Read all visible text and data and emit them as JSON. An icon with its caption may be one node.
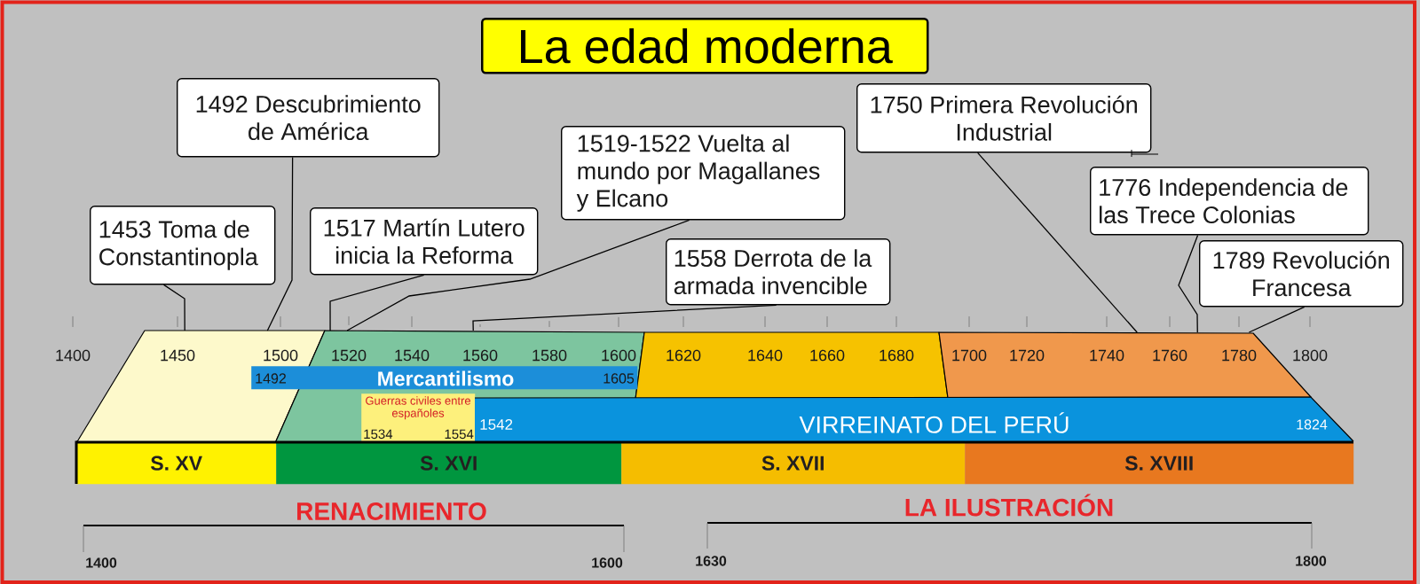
{
  "diagram": {
    "title": "La edad moderna",
    "nodes": [
      {
        "text": [
          "1453 Toma de Constantinopla"
        ]
      },
      {
        "text": [
          "1492 Descubrimiento de América"
        ]
      },
      {
        "text": [
          "1517 Martín Lutero inicia la Reforma"
        ]
      },
      {
        "text": [
          "1519-1522 Vuelta al mundo por Magallanes y Elcano"
        ]
      },
      {
        "text": [
          "1558 Derrota de la armada invencible"
        ]
      },
      {
        "text": [
          "1750 Primera Revolución Industrial"
        ]
      },
      {
        "text": [
          "1776 Independencia de las Trece Colonias"
        ]
      },
      {
        "text": [
          "1789 Revolución Francesa"
        ]
      },
      {
        "text": [],
        "shape": "band"
      },
      {
        "text": [],
        "shape": "band"
      },
      {
        "text": [],
        "shape": "band"
      },
      {
        "text": [],
        "shape": "band"
      },
      {
        "text": [
          "1492",
          "Mercantilismo",
          "1605"
        ]
      },
      {
        "text": [
          "Guerras civiles entre españoles",
          "1534",
          "1554"
        ],
        "in": 9
      },
      {
        "text": [
          "1542",
          "VIRREINATO DEL PERÚ",
          "1824"
        ]
      },
      {
        "text": [
          "S. XV"
        ]
      },
      {
        "text": [
          "S. XVI"
        ]
      },
      {
        "text": [
          "S. XVII"
        ]
      },
      {
        "text": [
          "S. XVIII"
        ]
      }
    ],
    "edges": [
      {
        "from": 0,
        "to": 8,
        "arrow": "none"
      },
      {
        "from": 1,
        "to": 8,
        "arrow": "none"
      },
      {
        "from": 2,
        "to": 9,
        "arrow": "none"
      },
      {
        "from": 3,
        "to": 9,
        "arrow": "none"
      },
      {
        "from": 4,
        "to": 9,
        "arrow": "none"
      },
      {
        "from": 5,
        "to": 11,
        "arrow": "none"
      },
      {
        "from": 6,
        "to": 11,
        "arrow": "none"
      },
      {
        "from": 7,
        "to": 11,
        "arrow": "none"
      }
    ],
    "labels": [
      "1400",
      "1450",
      "1500",
      "1520",
      "1540",
      "1560",
      "1580",
      "1600",
      "1620",
      "1640",
      "1660",
      "1680",
      "1700",
      "1720",
      "1740",
      "1760",
      "1780",
      "1800",
      "RENACIMIENTO",
      "LA ILUSTRACIÓN",
      "1400",
      "1600",
      "1630",
      "1800"
    ]
  }
}
